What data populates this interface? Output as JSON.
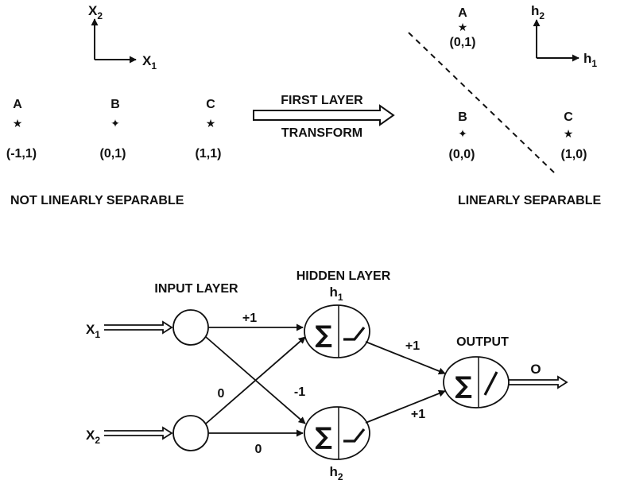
{
  "top": {
    "input_axes": {
      "x": {
        "name": "X",
        "sub": "1"
      },
      "y": {
        "name": "X",
        "sub": "2"
      }
    },
    "input_points": [
      {
        "label": "A",
        "coord": "(-1,1)",
        "marker": "★"
      },
      {
        "label": "B",
        "coord": "(0,1)",
        "marker": "✦"
      },
      {
        "label": "C",
        "coord": "(1,1)",
        "marker": "★"
      }
    ],
    "input_caption": "NOT LINEARLY SEPARABLE",
    "transform": {
      "line1": "FIRST LAYER",
      "line2": "TRANSFORM"
    },
    "hidden_axes": {
      "x": {
        "name": "h",
        "sub": "1"
      },
      "y": {
        "name": "h",
        "sub": "2"
      }
    },
    "hidden_points": [
      {
        "label": "A",
        "coord": "(0,1)",
        "marker": "★"
      },
      {
        "label": "B",
        "coord": "(0,0)",
        "marker": "✦"
      },
      {
        "label": "C",
        "coord": "(1,0)",
        "marker": "★"
      }
    ],
    "hidden_caption": "LINEARLY SEPARABLE"
  },
  "network": {
    "input_layer_label": "INPUT LAYER",
    "hidden_layer_label": "HIDDEN LAYER",
    "output_label": "OUTPUT",
    "inputs": [
      {
        "name": "X",
        "sub": "1"
      },
      {
        "name": "X",
        "sub": "2"
      }
    ],
    "hidden_nodes": [
      {
        "name": "h",
        "sub": "1"
      },
      {
        "name": "h",
        "sub": "2"
      }
    ],
    "sum_symbol": "∑",
    "weights": {
      "x1_h1": "+1",
      "x1_h2": "-1",
      "x2_h1": "0",
      "x2_h2": "0",
      "h1_out": "+1",
      "h2_out": "+1"
    },
    "output_symbol": "O"
  }
}
